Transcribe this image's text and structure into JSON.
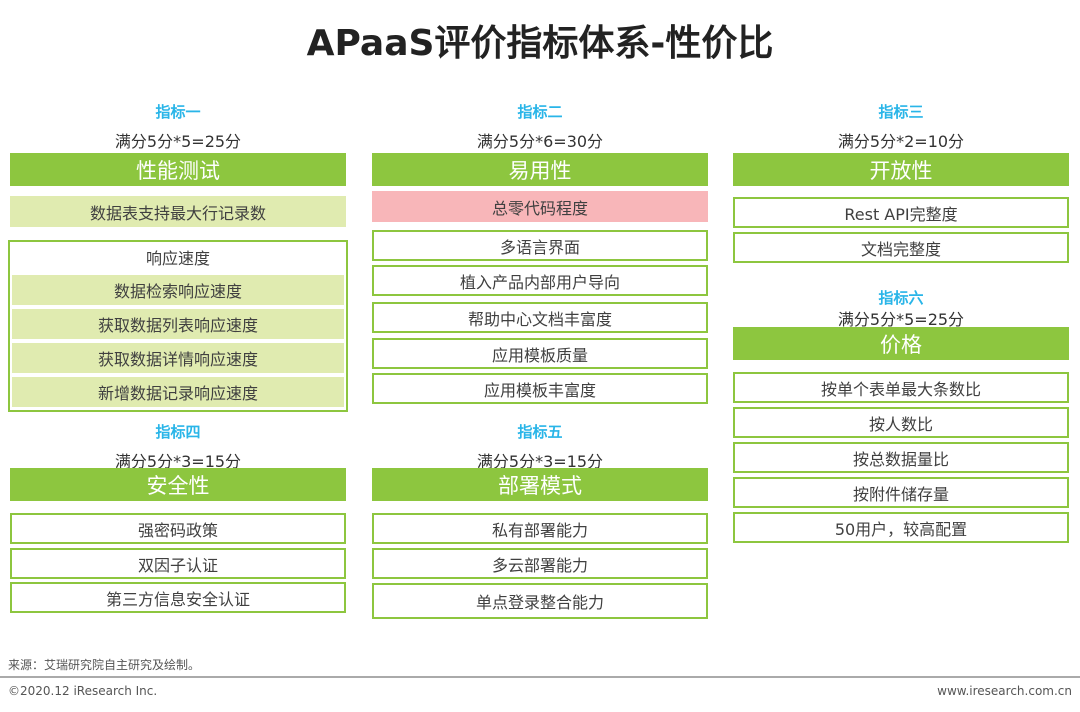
{
  "title": "APaaS评价指标体系-性价比",
  "indicators": [
    {
      "label": "指标一",
      "score": "满分5分*5=25分",
      "header": "性能测试",
      "items": [
        "数据表支持最大行记录数"
      ],
      "group": {
        "title": "响应速度",
        "items": [
          "数据检索响应速度",
          "获取数据列表响应速度",
          "获取数据详情响应速度",
          "新增数据记录响应速度"
        ]
      }
    },
    {
      "label": "指标二",
      "score": "满分5分*6=30分",
      "header": "易用性",
      "items": [
        "总零代码程度",
        "多语言界面",
        "植入产品内部用户导向",
        "帮助中心文档丰富度",
        "应用模板质量",
        "应用模板丰富度"
      ]
    },
    {
      "label": "指标三",
      "score": "满分5分*2=10分",
      "header": "开放性",
      "items": [
        "Rest API完整度",
        "文档完整度"
      ]
    },
    {
      "label": "指标四",
      "score": "满分5分*3=15分",
      "header": "安全性",
      "items": [
        "强密码政策",
        "双因子认证",
        "第三方信息安全认证"
      ]
    },
    {
      "label": "指标五",
      "score": "满分5分*3=15分",
      "header": "部署模式",
      "items": [
        "私有部署能力",
        "多云部署能力",
        "单点登录整合能力"
      ]
    },
    {
      "label": "指标六",
      "score": "满分5分*5=25分",
      "header": "价格",
      "items": [
        "按单个表单最大条数比",
        "按人数比",
        "按总数据量比",
        "按附件储存量",
        "50用户，较高配置"
      ]
    }
  ],
  "footer": {
    "source": "来源：艾瑞研究院自主研究及绘制。",
    "copyright": "©2020.12 iResearch Inc.",
    "website": "www.iresearch.com.cn"
  },
  "colors": {
    "green": "#8dc63f",
    "light_green": "#e0ebb0",
    "pink": "#f8b6b9",
    "label_blue": "#29b5e8"
  }
}
